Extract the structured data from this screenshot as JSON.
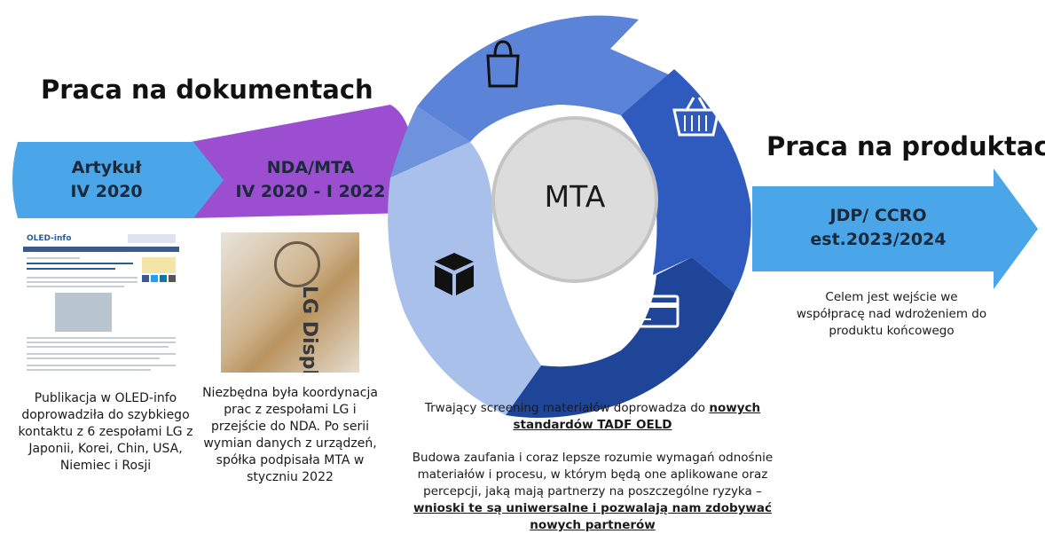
{
  "headings": {
    "left": "Praca na dokumentach",
    "right": "Praca na produktach"
  },
  "stages": [
    {
      "line1": "Artykuł",
      "line2": "IV 2020"
    },
    {
      "line1": "NDA/MTA",
      "line2": "IV 2020 - I 2022"
    },
    {
      "line1": "JDP/ CCRO",
      "line2": "est.2023/2024"
    }
  ],
  "cycle": {
    "center_label": "MTA",
    "icons": [
      "shopping-bag-icon",
      "shopping-basket-icon",
      "credit-card-icon",
      "package-box-icon"
    ]
  },
  "captions": {
    "article": [
      "Publikacja w OLED-info",
      "doprowadziła do szybkiego",
      "kontaktu z 6 zespołami LG z",
      "Japonii, Korei, Chin, USA,",
      "Niemiec i Rosji"
    ],
    "nda": [
      "Niezbędna była koordynacja",
      "prac z zespołami LG i",
      "przejście do NDA. Po serii",
      "wymian danych z urządzeń,",
      "spółka podpisała MTA w",
      "styczniu 2022"
    ],
    "product": [
      "Celem jest wejście we",
      "współpracę nad wdrożeniem do",
      "produktu końcowego"
    ]
  },
  "notes": {
    "screening_text": "Trwający screening materiałów doprowadza do ",
    "screening_emph": "nowych standardów TADF OELD",
    "trust_text": "Budowa zaufania i coraz lepsze rozumie wymagań odnośnie materiałów i procesu, w którym będą one aplikowane oraz percepcji, jaką mają partnerzy na poszczególne ryzyka – ",
    "trust_emph": "wnioski te są uniwersalne i pozwalają nam zdobywać nowych partnerów"
  },
  "thumbnail": {
    "site": "OLED-info",
    "photo_text": "LG Display"
  },
  "colors": {
    "stage1": "#4aa6e8",
    "stage2": "#9b4fd0",
    "stage3": "#4aa6e8",
    "ring_dark": "#234a9c",
    "ring_mid": "#3366c7",
    "ring_light": "#6e92dc",
    "ring_pale": "#a9c0ea"
  }
}
